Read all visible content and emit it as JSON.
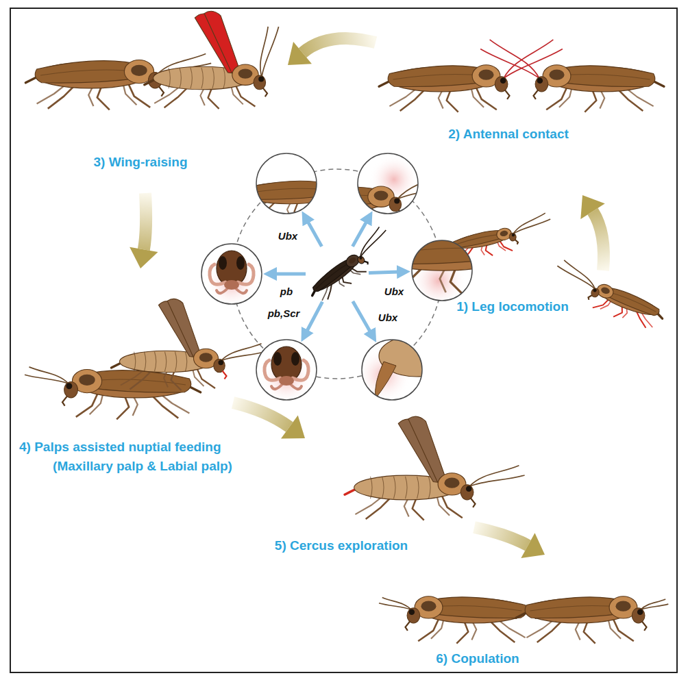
{
  "diagram": {
    "labels": [
      "3) Wing-raising",
      "2) Antennal contact",
      "Ubx",
      "pb",
      "Ubx",
      "Ubx",
      "1) Leg locomotion",
      "pb,Scr",
      "4) Palps assisted nuptial feeding",
      "(Maxillary palp & Labial palp)",
      "5) Cercus exploration",
      "6) Copulation"
    ]
  }
}
